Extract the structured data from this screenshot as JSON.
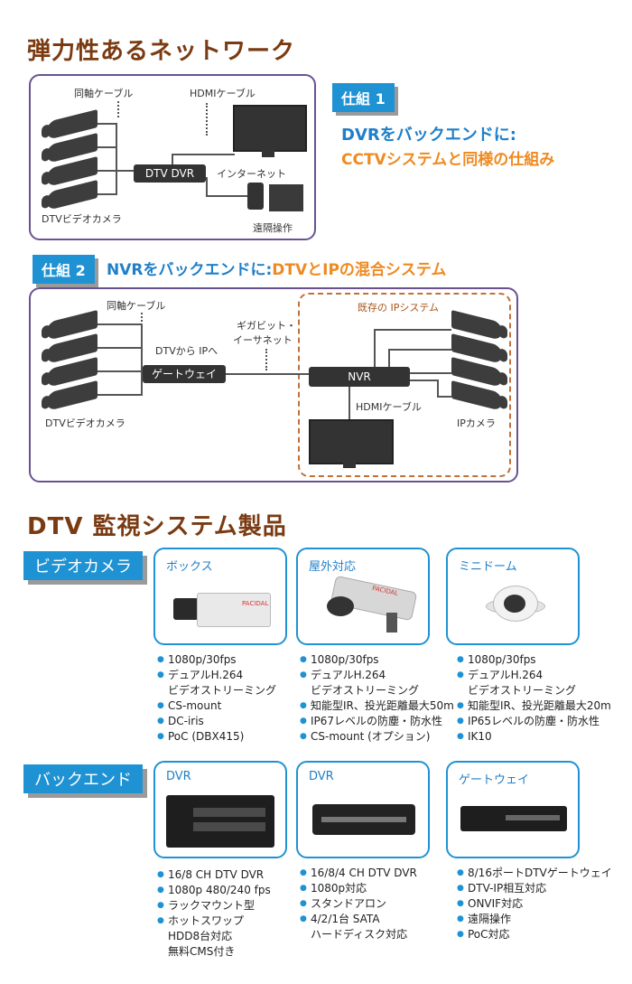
{
  "title1": "弾力性あるネットワーク",
  "diagram1": {
    "label_coax": "同軸ケーブル",
    "label_hdmi": "HDMIケーブル",
    "dvr": "DTV DVR",
    "label_internet": "インターネット",
    "label_remote": "遠隔操作",
    "label_cams": "DTVビデオカメラ"
  },
  "scheme1": {
    "badge": "仕組 1",
    "line1": "DVRをバックエンドに:",
    "line2": "CCTVシステムと同様の仕組み"
  },
  "scheme2": {
    "badge": "仕組 2",
    "heading_blue": "NVRをバックエンドに:",
    "heading_orange": "DTVとIPの混合システム"
  },
  "diagram2": {
    "label_coax": "同軸ケーブル",
    "label_dtv_to_ip": "DTVから IPへ",
    "label_gigabit_1": "ギガビット・",
    "label_gigabit_2": "イーサネット",
    "gateway": "ゲートウェイ",
    "existing_ip": "既存の IPシステム",
    "nvr": "NVR",
    "label_hdmi": "HDMIケーブル",
    "label_ipcam": "IPカメラ",
    "label_cams": "DTVビデオカメラ"
  },
  "title2": "DTV 監視システム製品",
  "cameras": {
    "tab": "ビデオカメラ",
    "cards": [
      {
        "title": "ボックス",
        "brand": "PACIDAL",
        "specs": [
          "1080p/30fps",
          "デュアルH.264",
          "ビデオストリーミング",
          "CS-mount",
          "DC-iris",
          "PoC (DBX415)"
        ]
      },
      {
        "title": "屋外対応",
        "brand": "PACIDAL",
        "specs": [
          "1080p/30fps",
          "デュアルH.264",
          "ビデオストリーミング",
          "知能型IR、投光距離最大50m",
          "IP67レベルの防塵・防水性",
          "CS-mount (オプション)"
        ]
      },
      {
        "title": "ミニドーム",
        "brand": "",
        "specs": [
          "1080p/30fps",
          "デュアルH.264",
          "ビデオストリーミング",
          "知能型IR、投光距離最大20m",
          "IP65レベルの防塵・防水性",
          "IK10"
        ]
      }
    ]
  },
  "backend": {
    "tab": "バックエンド",
    "cards": [
      {
        "title": "DVR",
        "specs": [
          "16/8 CH DTV DVR",
          "1080p 480/240 fps",
          "ラックマウント型",
          "ホットスワップ",
          "HDD8台対応",
          "無料CMS付き"
        ]
      },
      {
        "title": "DVR",
        "specs": [
          "16/8/4 CH DTV DVR",
          "1080p対応",
          "スタンドアロン",
          "4/2/1台 SATA",
          "ハードディスク対応"
        ]
      },
      {
        "title": "ゲートウェイ",
        "specs": [
          "8/16ポートDTVゲートウェイ",
          "DTV-IP相互対応",
          "ONVIF対応",
          "遠隔操作",
          "PoC対応"
        ]
      }
    ]
  }
}
